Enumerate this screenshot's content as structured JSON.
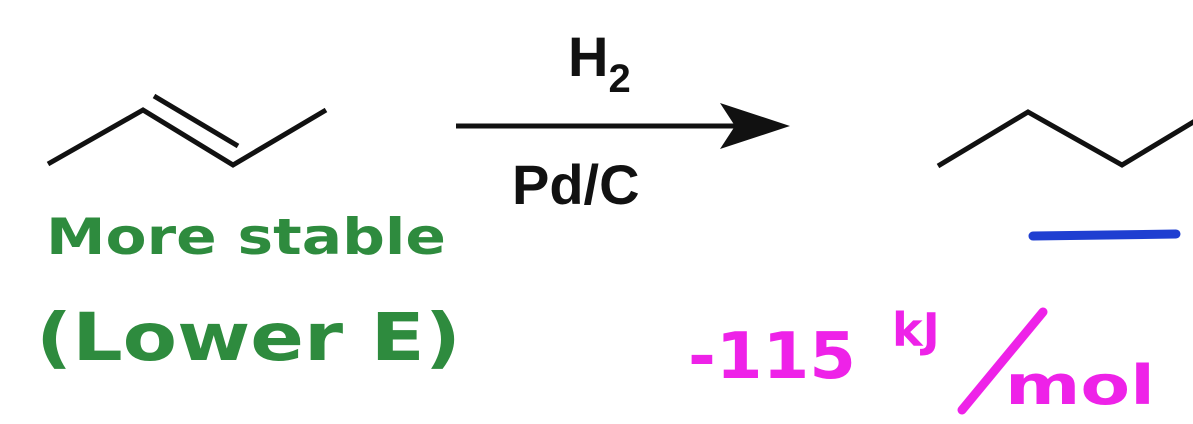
{
  "reaction": {
    "reagent_top": "H",
    "reagent_top_subscript": "2",
    "reagent_bottom": "Pd/C"
  },
  "annotations": {
    "stability_line1": "More stable",
    "stability_line2": "(Lower E)",
    "energy_value": "-115",
    "energy_unit_top": "kJ",
    "energy_unit_bottom": "mol"
  },
  "colors": {
    "structure": "#111111",
    "stability_note": "#2e8b3e",
    "energy_note": "#ee22e8",
    "level_mark": "#1f3fd1"
  }
}
